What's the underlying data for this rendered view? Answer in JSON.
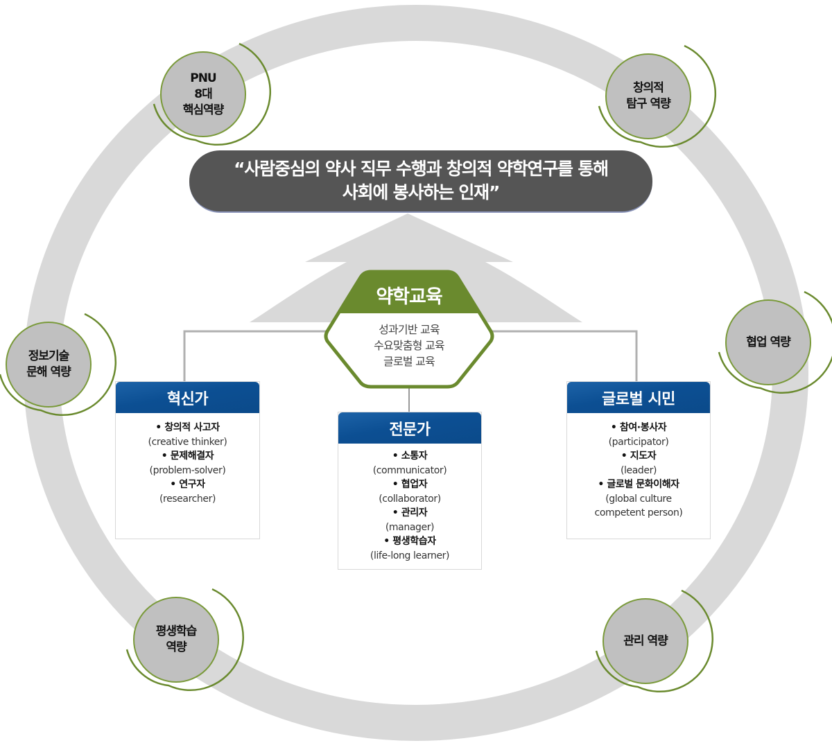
{
  "diagram": {
    "title_vision": "“사람중심의 약사 직무 수행과 창의적 약학연구를 통해\n사회에 봉사하는 인재”",
    "vision_lines": [
      "“사람중심의 약사 직무 수행과 창의적 약학연구를 통해",
      "사회에 봉사하는 인재”"
    ],
    "colors": {
      "ring": "#d9d9d9",
      "competency_fill": "#c0c0c0",
      "competency_border": "#7a9a3a",
      "vision_fill": "#555555",
      "education_green": "#6a8a2e",
      "role_header_blue": "#0c4f93",
      "arrow": "#d9d9d9",
      "connector": "#b0b0b0"
    },
    "core_competencies": [
      {
        "id": "pnu",
        "label": "PNU\n8대\n핵심역량"
      },
      {
        "id": "creative-inquiry",
        "label": "창의적\n탐구 역량"
      },
      {
        "id": "info-tech-literacy",
        "label": "정보기술\n문해 역량"
      },
      {
        "id": "collaboration",
        "label": "협업 역량"
      },
      {
        "id": "lifelong-learning",
        "label": "평생학습\n역량"
      },
      {
        "id": "management",
        "label": "관리 역량"
      }
    ],
    "education": {
      "title": "약학교육",
      "items": [
        "성과기반 교육",
        "수요맞춤형 교육",
        "글로벌 교육"
      ]
    },
    "roles": [
      {
        "id": "innovator",
        "title": "혁신가",
        "items": [
          {
            "ko": "• 창의적 사고자",
            "en": "(creative thinker)"
          },
          {
            "ko": "• 문제해결자",
            "en": "(problem-solver)"
          },
          {
            "ko": "• 연구자",
            "en": "(researcher)"
          }
        ]
      },
      {
        "id": "expert",
        "title": "전문가",
        "items": [
          {
            "ko": "• 소통자",
            "en": "(communicator)"
          },
          {
            "ko": "• 협업자",
            "en": "(collaborator)"
          },
          {
            "ko": "• 관리자",
            "en": "(manager)"
          },
          {
            "ko": "• 평생학습자",
            "en": "(life-long learner)"
          }
        ]
      },
      {
        "id": "global-citizen",
        "title": "글로벌 시민",
        "items": [
          {
            "ko": "• 참여·봉사자",
            "en": "(participator)"
          },
          {
            "ko": "• 지도자",
            "en": "(leader)"
          },
          {
            "ko": "• 글로벌 문화이해자",
            "en": "(global culture\ncompetent person)"
          }
        ]
      }
    ]
  }
}
